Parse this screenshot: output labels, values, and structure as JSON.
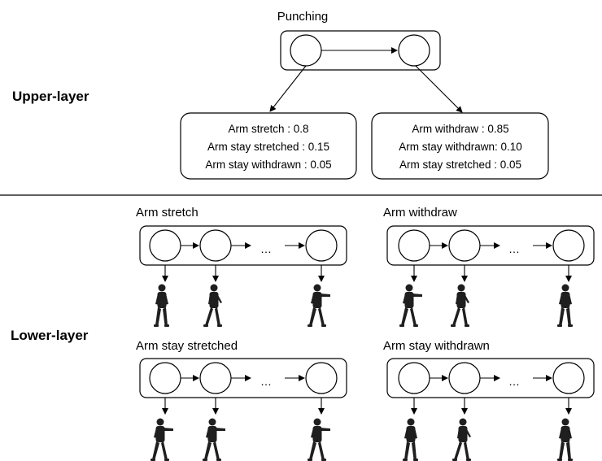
{
  "top": {
    "title": "Punching"
  },
  "layers": {
    "upper": "Upper-layer",
    "lower": "Lower-layer"
  },
  "upper_boxes": [
    {
      "lines": [
        "Arm stretch : 0.8",
        "Arm stay stretched : 0.15",
        "Arm stay withdrawn : 0.05"
      ]
    },
    {
      "lines": [
        "Arm withdraw : 0.85",
        "Arm stay withdrawn: 0.10",
        "Arm stay stretched : 0.05"
      ]
    }
  ],
  "lower_models": [
    {
      "title": "Arm stretch",
      "ellipsis": "…"
    },
    {
      "title": "Arm withdraw",
      "ellipsis": "…"
    },
    {
      "title": "Arm stay stretched",
      "ellipsis": "…"
    },
    {
      "title": "Arm stay withdrawn",
      "ellipsis": "…"
    }
  ]
}
